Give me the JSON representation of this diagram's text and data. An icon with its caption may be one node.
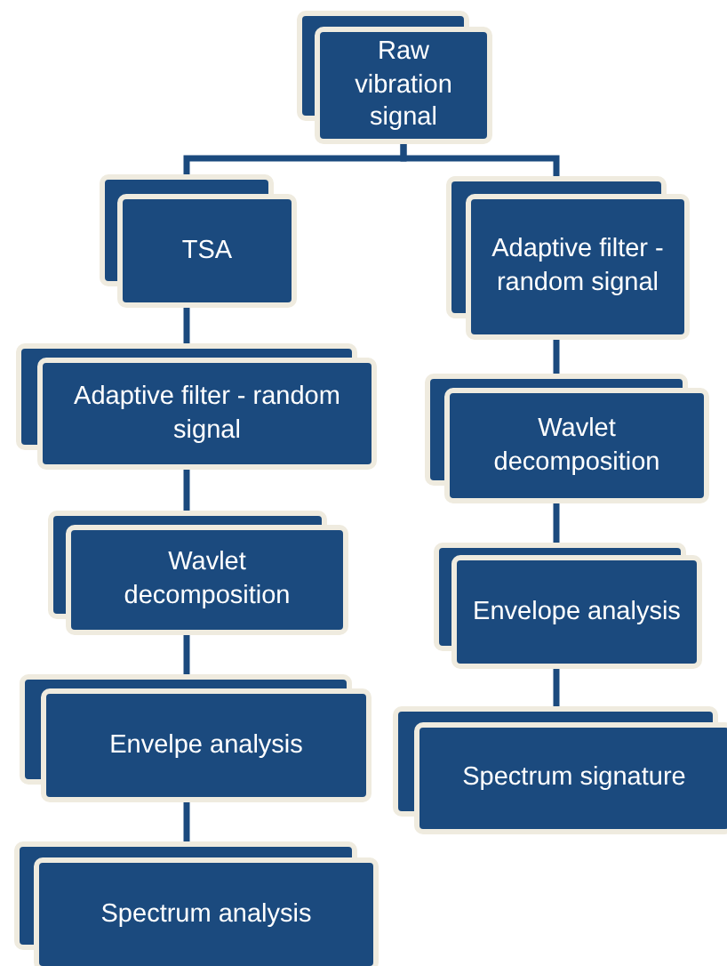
{
  "diagram": {
    "nodes": [
      {
        "text": [
          "Raw vibration signal"
        ]
      },
      {
        "text": [
          "TSA"
        ]
      },
      {
        "text": [
          "Adaptive filter - random signal"
        ]
      },
      {
        "text": [
          "Adaptive filter - random  signal"
        ]
      },
      {
        "text": [
          "Wavlet decomposition"
        ]
      },
      {
        "text": [
          "Envelpe analysis"
        ]
      },
      {
        "text": [
          "Spectrum analysis"
        ]
      },
      {
        "text": [
          "Wavlet decomposition"
        ]
      },
      {
        "text": [
          "Envelope analysis"
        ]
      },
      {
        "text": [
          "Spectrum signature"
        ]
      }
    ],
    "edges": [
      {
        "from": 0,
        "to": 1,
        "arrow": "none"
      },
      {
        "from": 0,
        "to": 2,
        "arrow": "none"
      },
      {
        "from": 1,
        "to": 3,
        "arrow": "none"
      },
      {
        "from": 3,
        "to": 4,
        "arrow": "none"
      },
      {
        "from": 4,
        "to": 5,
        "arrow": "none"
      },
      {
        "from": 5,
        "to": 6,
        "arrow": "none"
      },
      {
        "from": 2,
        "to": 7,
        "arrow": "none"
      },
      {
        "from": 7,
        "to": 8,
        "arrow": "none"
      },
      {
        "from": 8,
        "to": 9,
        "arrow": "none"
      }
    ]
  }
}
